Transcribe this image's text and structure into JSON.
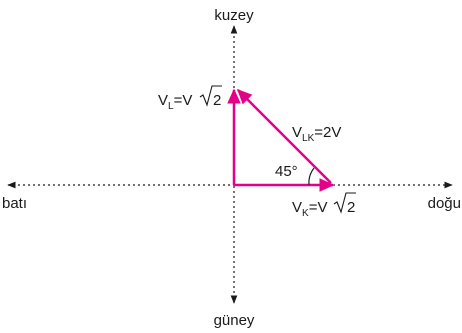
{
  "directions": {
    "north": "kuzey",
    "south": "güney",
    "west": "batı",
    "east": "doğu"
  },
  "vectors": {
    "vl": {
      "main": "V",
      "sub": "L",
      "rhs_prefix": "=V",
      "rhs_radicand": "2"
    },
    "vk": {
      "main": "V",
      "sub": "K",
      "rhs_prefix": "=V",
      "rhs_radicand": "2"
    },
    "vlk": {
      "main": "V",
      "sub": "LK",
      "rhs": "=2V"
    }
  },
  "angle": {
    "label": "45°"
  },
  "colors": {
    "vector": "#e5008a",
    "axis": "#1a1a1a",
    "text": "#1a1a1a"
  }
}
